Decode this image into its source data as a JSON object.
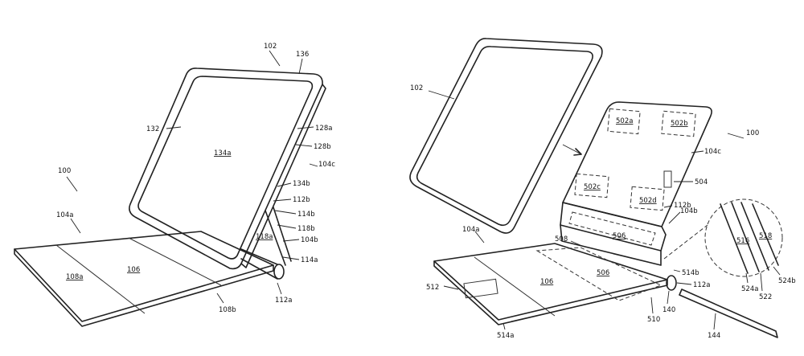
{
  "figure": {
    "labels_left": [
      "102",
      "136",
      "132",
      "134a",
      "128a",
      "128b",
      "104c",
      "134b",
      "112b",
      "114b",
      "118b",
      "118a",
      "104b",
      "114a",
      "100",
      "104a",
      "108a",
      "106",
      "108b",
      "112a"
    ],
    "labels_right": [
      "102",
      "100",
      "502a",
      "502b",
      "104c",
      "504",
      "502c",
      "502d",
      "112b",
      "104b",
      "506",
      "508",
      "104a",
      "506",
      "106",
      "512",
      "514b",
      "112a",
      "140",
      "510",
      "514a",
      "144",
      "516",
      "518",
      "524b",
      "524a",
      "522"
    ]
  }
}
